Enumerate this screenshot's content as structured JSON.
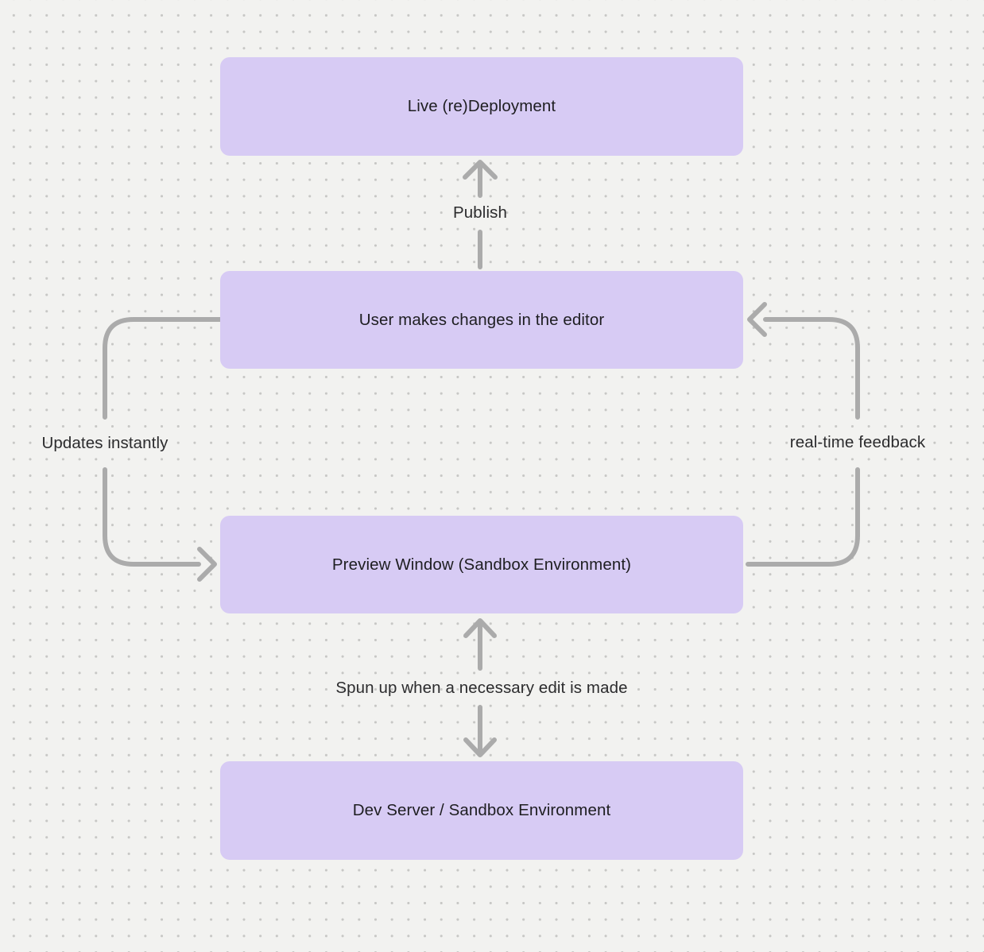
{
  "theme": {
    "bg": "#f2f2f0",
    "dot": "#c7c7c5",
    "node-fill": "#d7cbf4",
    "node-text": "#1e1e21",
    "label-text": "#2c2c2e",
    "arrow": "#ababab"
  },
  "diagram": {
    "type": "flowchart",
    "nodes": [
      {
        "id": "live-redeployment",
        "label": "Live (re)Deployment"
      },
      {
        "id": "user-editor",
        "label": "User makes changes in the editor"
      },
      {
        "id": "preview-window",
        "label": "Preview Window (Sandbox Environment)"
      },
      {
        "id": "dev-server",
        "label": "Dev Server / Sandbox Environment"
      }
    ],
    "edges": [
      {
        "id": "publish",
        "label": "Publish",
        "from": "user-editor",
        "to": "live-redeployment",
        "direction": "up"
      },
      {
        "id": "updates-instantly",
        "label": "Updates instantly",
        "from": "user-editor",
        "to": "preview-window",
        "direction": "left-loop-down"
      },
      {
        "id": "real-time-feedback",
        "label": "real-time feedback",
        "from": "preview-window",
        "to": "user-editor",
        "direction": "right-loop-up"
      },
      {
        "id": "spun-up",
        "label": "Spun up when a necessary edit is made",
        "from": "dev-server",
        "to": "preview-window",
        "direction": "bidirectional"
      }
    ]
  }
}
